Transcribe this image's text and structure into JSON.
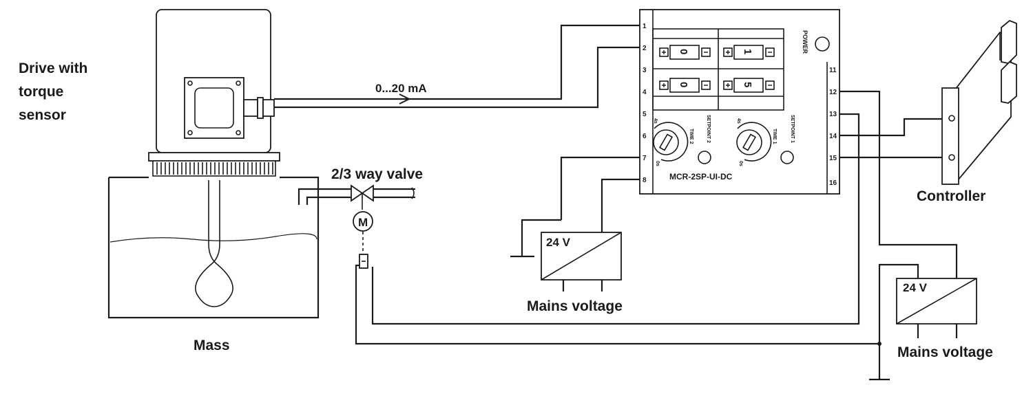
{
  "labels": {
    "drive_line1": "Drive with",
    "drive_line2": "torque",
    "drive_line3": "sensor",
    "mass": "Mass",
    "valve": "2/3 way valve",
    "motor": "M",
    "current": "0...20 mA",
    "psu_left_voltage": "24 V",
    "psu_left_mains": "Mains voltage",
    "psu_right_voltage": "24 V",
    "psu_right_mains": "Mains voltage",
    "controller": "Controller"
  },
  "module": {
    "name": "MCR-2SP-UI-DC",
    "power_label": "POWER",
    "left_terminals": [
      "1",
      "2",
      "3",
      "4",
      "5",
      "6",
      "7",
      "8"
    ],
    "right_terminals": [
      "11",
      "12",
      "13",
      "14",
      "15",
      "16"
    ],
    "digits": [
      "0",
      "1",
      "0",
      "5"
    ],
    "time2": "TIME 2",
    "setpoint2": "SETPOINT 2",
    "time1": "TIME 1",
    "setpoint1": "SETPOINT 1",
    "dial_max": "4s",
    "dial_min": "0s"
  }
}
